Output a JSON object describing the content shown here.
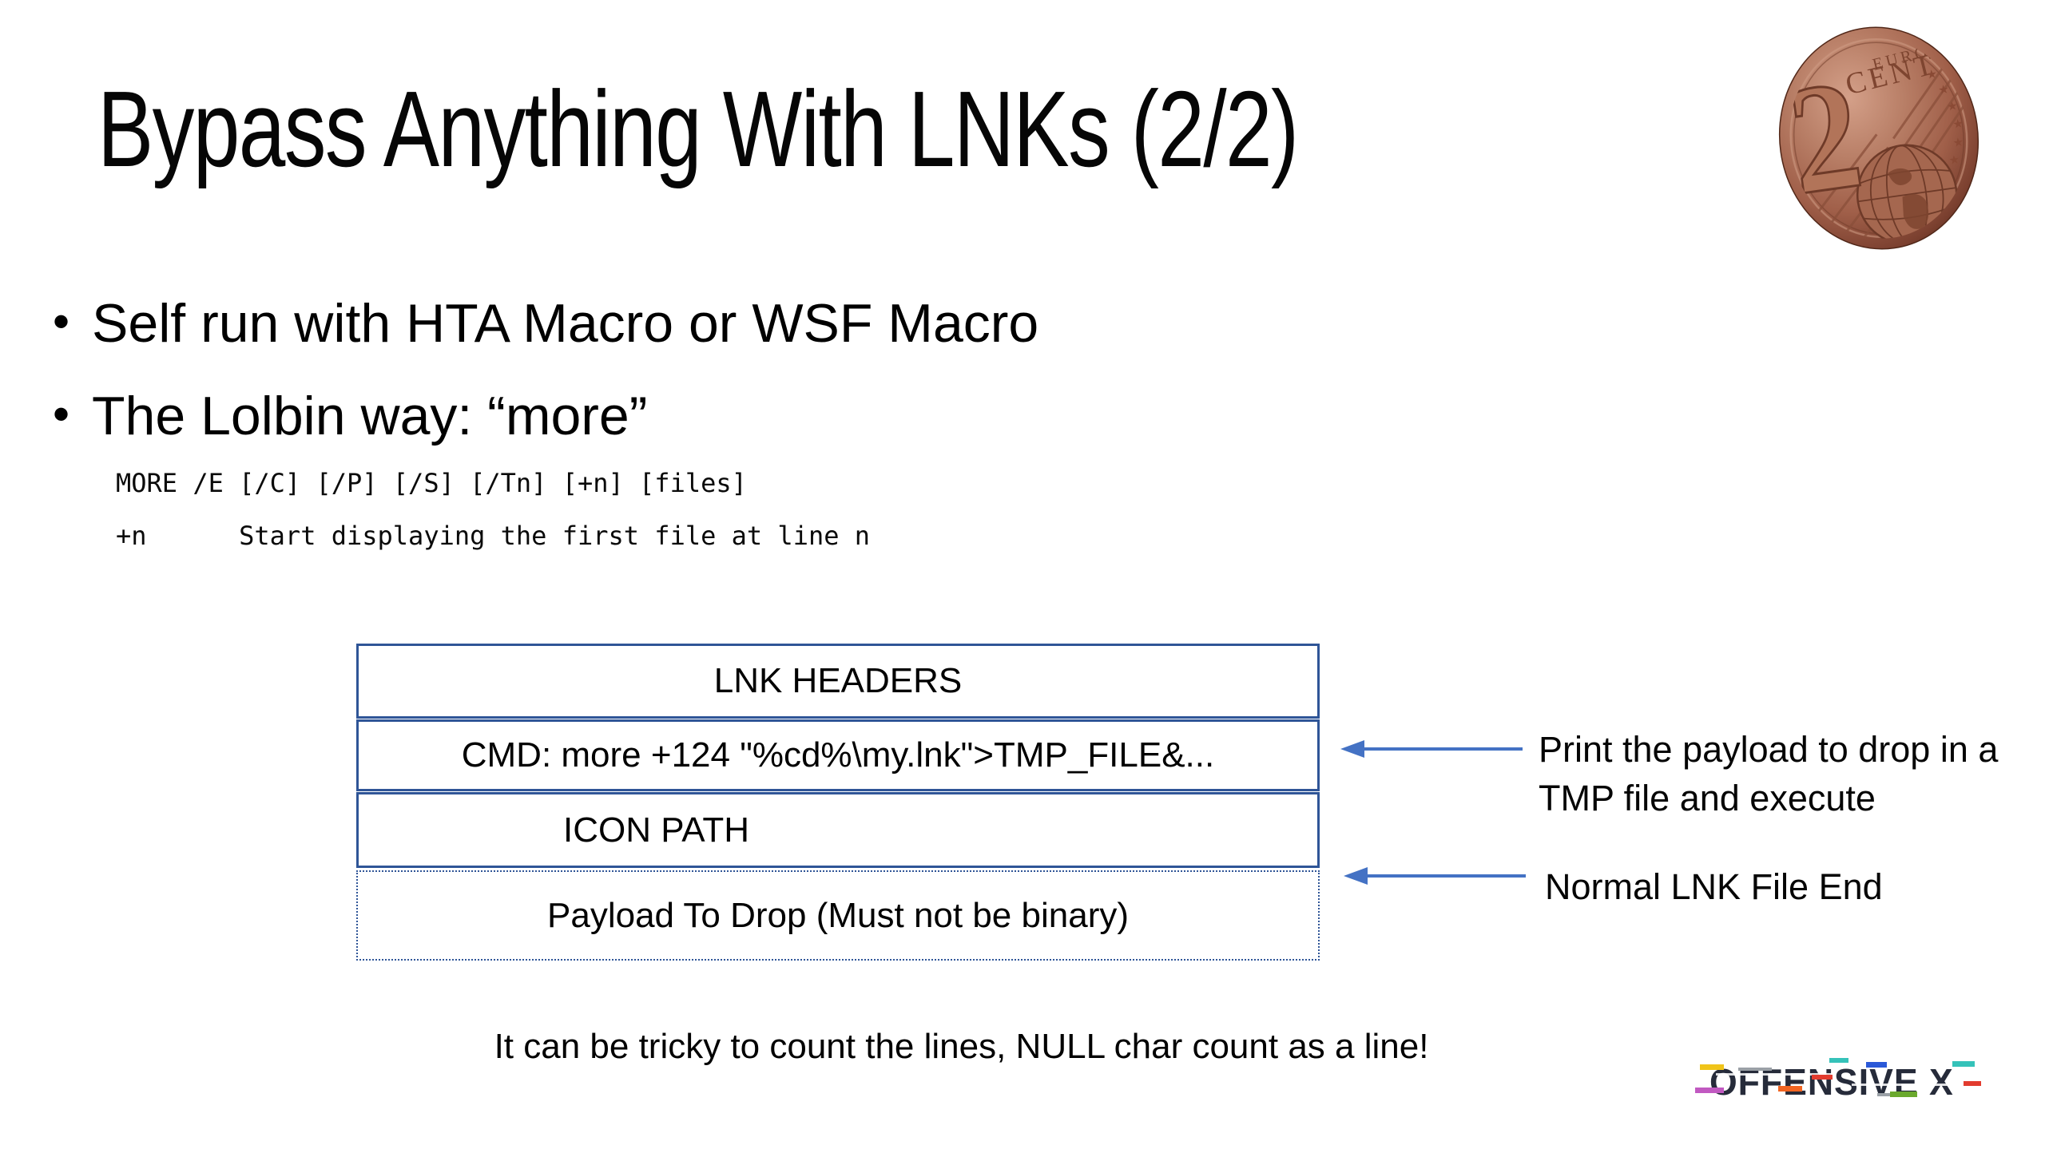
{
  "slide": {
    "title": "Bypass Anything With LNKs (2/2)",
    "bullets": [
      "Self run with HTA Macro or WSF Macro",
      "The Lolbin way: “more”"
    ],
    "code_lines": [
      "MORE /E [/C] [/P] [/S] [/Tn] [+n] [files]",
      "+n      Start displaying the first file at line n"
    ],
    "footer_note": "It can be tricky to count the lines, NULL char count as a line!"
  },
  "diagram": {
    "rows": [
      {
        "label": "LNK HEADERS",
        "border": "solid"
      },
      {
        "label": "CMD: more +124 \"%cd%\\my.lnk\">TMP_FILE&...",
        "border": "solid"
      },
      {
        "label": "ICON PATH",
        "border": "solid"
      },
      {
        "label": "Payload To Drop (Must not be binary)",
        "border": "dotted"
      }
    ],
    "annotations": [
      {
        "text": "Print the payload to drop in a TMP file and execute"
      },
      {
        "text": "Normal LNK File End"
      }
    ],
    "colors": {
      "box_border": "#2F5597",
      "arrow": "#4472C4"
    }
  },
  "coin": {
    "denomination": "2",
    "label_top": "EURO",
    "label_bottom": "CENT"
  },
  "logo": {
    "text": "OFFENSIVE X",
    "glitch_colors": [
      "#f0c419",
      "#c159c1",
      "#35c2b9",
      "#f26522",
      "#e23b2e",
      "#2b59d8",
      "#6aa92d"
    ]
  }
}
